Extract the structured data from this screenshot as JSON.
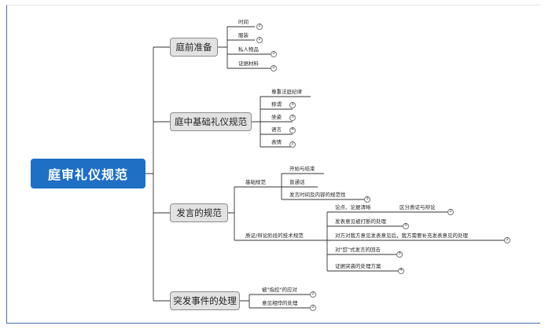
{
  "root": {
    "label": "庭审礼仪规范"
  },
  "branches": {
    "b1": {
      "label": "庭前准备",
      "items": [
        {
          "label": "时间",
          "badge": "2"
        },
        {
          "label": "服装",
          "badge": "2"
        },
        {
          "label": "私人物品",
          "badge": "2"
        },
        {
          "label": "证据材料",
          "badge": "2"
        }
      ]
    },
    "b2": {
      "label": "庭中基础礼仪规范",
      "items": [
        {
          "label": "尊重法庭纪律",
          "badge": ""
        },
        {
          "label": "称谓",
          "badge": "3"
        },
        {
          "label": "坐姿",
          "badge": "3"
        },
        {
          "label": "语言",
          "badge": "4"
        },
        {
          "label": "表情",
          "badge": "2"
        }
      ]
    },
    "b3": {
      "label": "发言的规范",
      "sub1": {
        "label": "基础规范",
        "items": [
          {
            "label": "开始与结束",
            "badge": ""
          },
          {
            "label": "普通话",
            "badge": ""
          },
          {
            "label": "发言时间及内容的规范性",
            "badge": "3"
          }
        ]
      },
      "sub2": {
        "label": "质证/辩论阶段的技术规范",
        "items": [
          {
            "label": "论点、论据清晰",
            "extra": "区分质证与辩论",
            "badge": "2"
          },
          {
            "label": "发表意见被打断的处理",
            "badge": "5"
          },
          {
            "label": "对方对我方意见发表意见后，我方需要补充发表意见的处理",
            "badge": "2"
          },
          {
            "label": "对\"怼\"式发言的回击",
            "badge": "3"
          },
          {
            "label": "证据突袭的处理方案",
            "badge": "4"
          }
        ]
      }
    },
    "b4": {
      "label": "突发事件的处理",
      "items": [
        {
          "label": "被\"指控\"的应对",
          "badge": "2"
        },
        {
          "label": "意见相悖的处理",
          "badge": "2"
        }
      ]
    }
  }
}
